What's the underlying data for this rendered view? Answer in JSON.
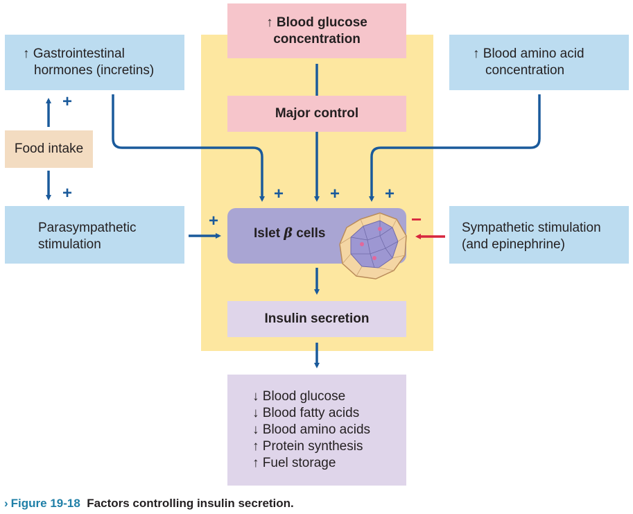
{
  "nodes": {
    "blood_glucose": [
      "↑ Blood glucose",
      "concentration"
    ],
    "major_control": "Major control",
    "gi_hormones": [
      "↑ Gastrointestinal",
      "hormones (incretins)"
    ],
    "amino_acid": [
      "↑ Blood amino acid",
      "concentration"
    ],
    "food_intake": "Food intake",
    "parasympathetic": [
      "Parasympathetic",
      "stimulation"
    ],
    "sympathetic": [
      "Sympathetic stimulation",
      "(and epinephrine)"
    ],
    "islet_cells": [
      "Islet ",
      "β",
      " cells"
    ],
    "insulin_secretion": "Insulin secretion",
    "effects": [
      "↓ Blood glucose",
      "↓ Blood fatty acids",
      "↓ Blood amino acids",
      "↑ Protein synthesis",
      "↑ Fuel storage"
    ]
  },
  "signs": {
    "plus": "+",
    "minus": "−"
  },
  "caption": {
    "label": "Figure 19-18",
    "text": "Factors controlling insulin secretion.",
    "chevron": "›"
  },
  "colors": {
    "arrow_blue": "#1a5a9b",
    "inhibit_red": "#d7263d",
    "region_yellow": "#fde7a0"
  }
}
